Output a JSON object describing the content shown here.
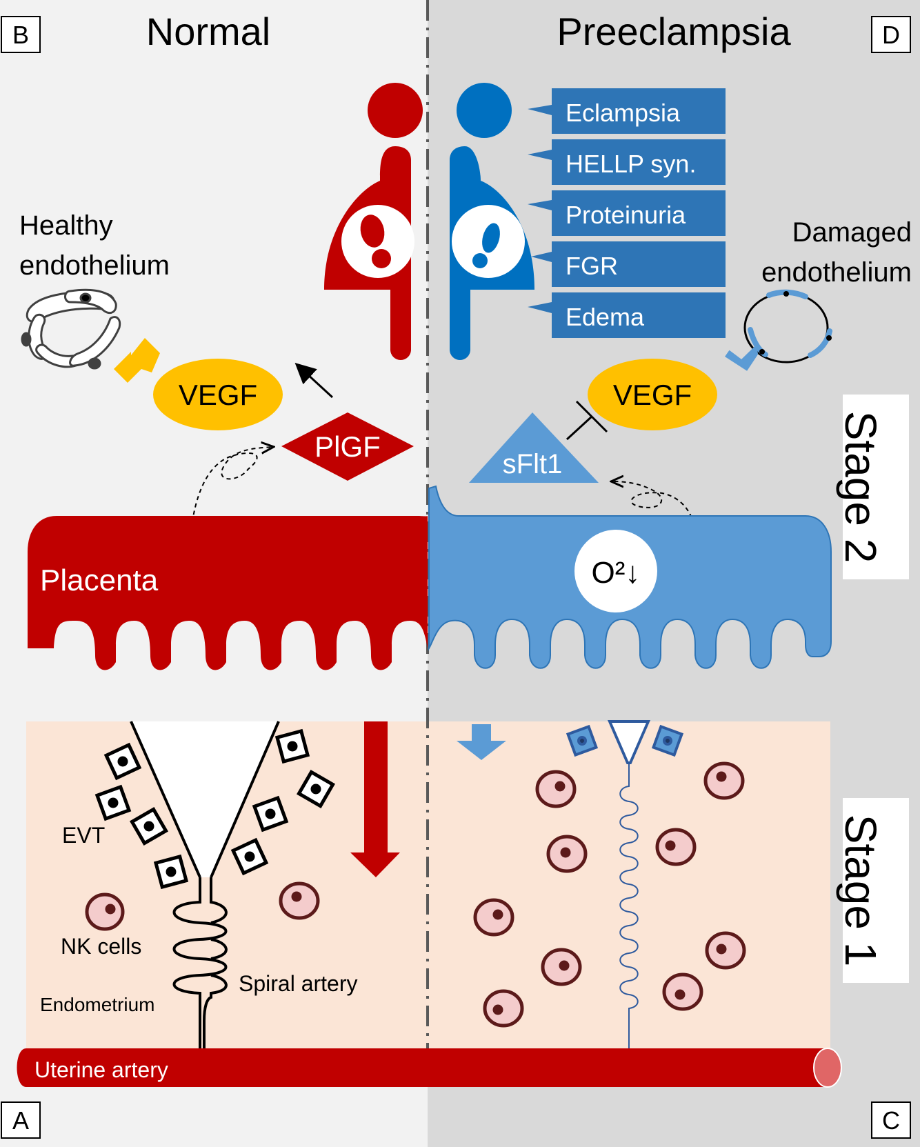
{
  "panels": {
    "top_left": "B",
    "top_right": "D",
    "bottom_left": "A",
    "bottom_right": "C"
  },
  "headings": {
    "normal": "Normal",
    "preeclampsia": "Preeclampsia"
  },
  "stages": {
    "stage2": "Stage 2",
    "stage1": "Stage 1"
  },
  "endothelium": {
    "healthy_line1": "Healthy",
    "healthy_line2": "endothelium",
    "damaged_line1": "Damaged",
    "damaged_line2": "endothelium"
  },
  "symptoms": [
    "Eclampsia",
    "HELLP syn.",
    "Proteinuria",
    "FGR",
    "Edema"
  ],
  "factors": {
    "vegf": "VEGF",
    "plgf": "PlGF",
    "sflt1": "sFlt1"
  },
  "placenta": {
    "label": "Placenta",
    "oxygen": "O²↓"
  },
  "stage1_labels": {
    "evt": "EVT",
    "nk_cells": "NK cells",
    "spiral_artery": "Spiral artery",
    "endometrium": "Endometrium",
    "uterine_artery": "Uterine artery"
  },
  "colors": {
    "normal_red": "#C00000",
    "pe_blue_dark": "#0070C0",
    "pe_blue": "#5B9BD5",
    "symptom_box": "#2E75B6",
    "vegf_yellow": "#FFC000",
    "endometrium_bg": "#FBE5D6",
    "left_bg": "#F2F2F2",
    "right_bg": "#D9D9D9"
  },
  "icons": [
    "mother-fetus-icon",
    "cell-icon",
    "endothelium-ring-icon"
  ]
}
